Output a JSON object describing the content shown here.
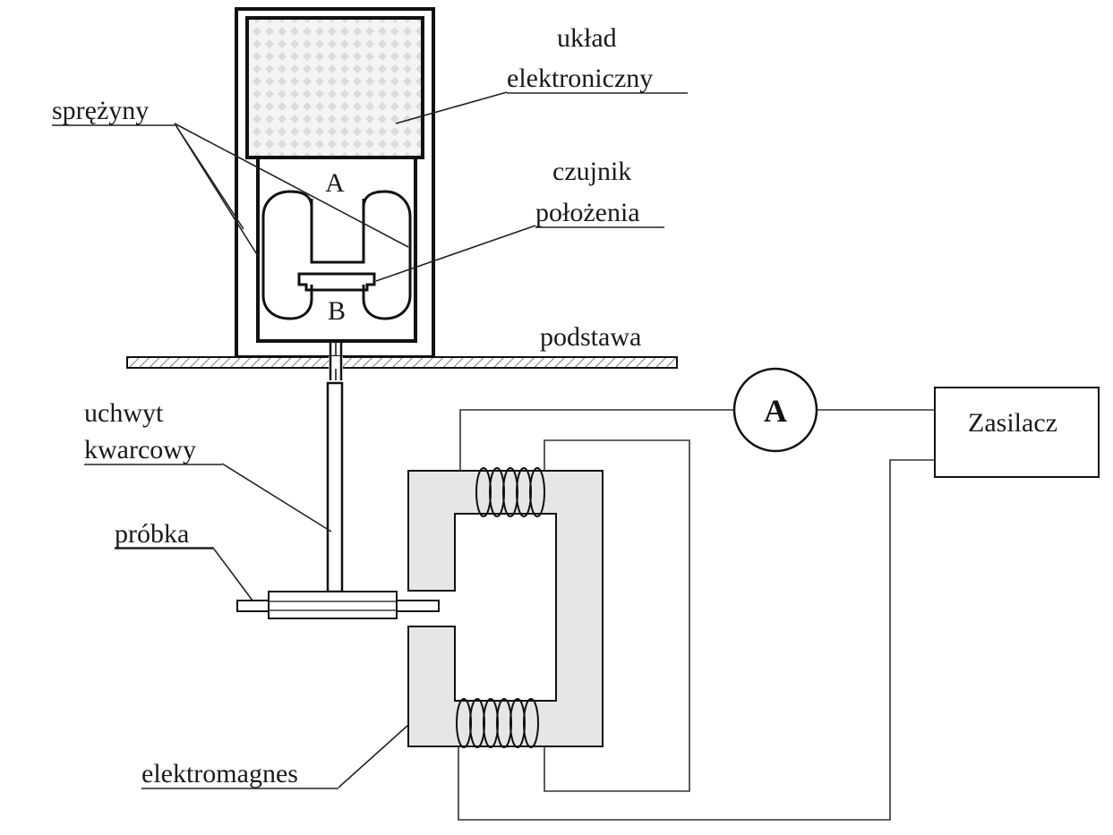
{
  "labels": {
    "electronics": [
      "układ",
      "elektroniczny"
    ],
    "springs": "sprężyny",
    "sensor": [
      "czujnik",
      "położenia"
    ],
    "point_a": "A",
    "point_b": "B",
    "base": "podstawa",
    "holder": [
      "uchwyt",
      "kwarcowy"
    ],
    "sample": "próbka",
    "electromagnet": "elektromagnes",
    "power_supply": "Zasilacz",
    "ammeter": "A"
  },
  "colors": {
    "line": "#111111",
    "magnet_fill": "#e6e6e6",
    "electronics_pattern": "#dedede"
  }
}
